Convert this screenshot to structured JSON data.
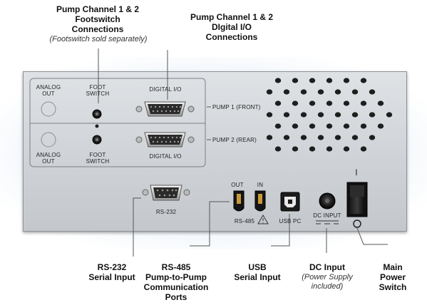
{
  "callouts": {
    "footswitch": {
      "line1": "Pump Channel 1 & 2",
      "line2": "Footswitch",
      "line3": "Connections",
      "note": "(Footswitch sold separately)"
    },
    "digital_io": {
      "line1": "Pump Channel 1 & 2",
      "line2": "DIgital I/O",
      "line3": "Connections"
    },
    "rs232": {
      "line1": "RS-232",
      "line2": "Serial Input"
    },
    "rs485": {
      "line1": "RS-485",
      "line2": "Pump-to-Pump",
      "line3": "Communication",
      "line4": "Ports"
    },
    "usb": {
      "line1": "USB",
      "line2": "Serial Input"
    },
    "dc_input": {
      "line1": "DC Input",
      "note1": "(Power Supply",
      "note2": "included)"
    },
    "power": {
      "line1": "Main",
      "line2": "Power",
      "line3": "Switch"
    }
  },
  "panel_labels": {
    "analog_out_top_1": "ANALOG",
    "analog_out_top_2": "OUT",
    "foot_switch_top_1": "FOOT",
    "foot_switch_top_2": "SWITCH",
    "digital_io_top": "DIGITAL I/O",
    "pump1": "PUMP 1 (FRONT)",
    "pump2": "PUMP 2 (REAR)",
    "analog_out_bottom_1": "ANALOG",
    "analog_out_bottom_2": "OUT",
    "foot_switch_bottom_1": "FOOT",
    "foot_switch_bottom_2": "SWITCH",
    "digital_io_bottom": "DIGITAL I/O",
    "rs232": "RS-232",
    "out": "OUT",
    "in": "IN",
    "rs485": "RS-485",
    "usb_pc": "USB PC",
    "dc_input": "DC INPUT",
    "switch_on": "I",
    "switch_off": "O"
  }
}
